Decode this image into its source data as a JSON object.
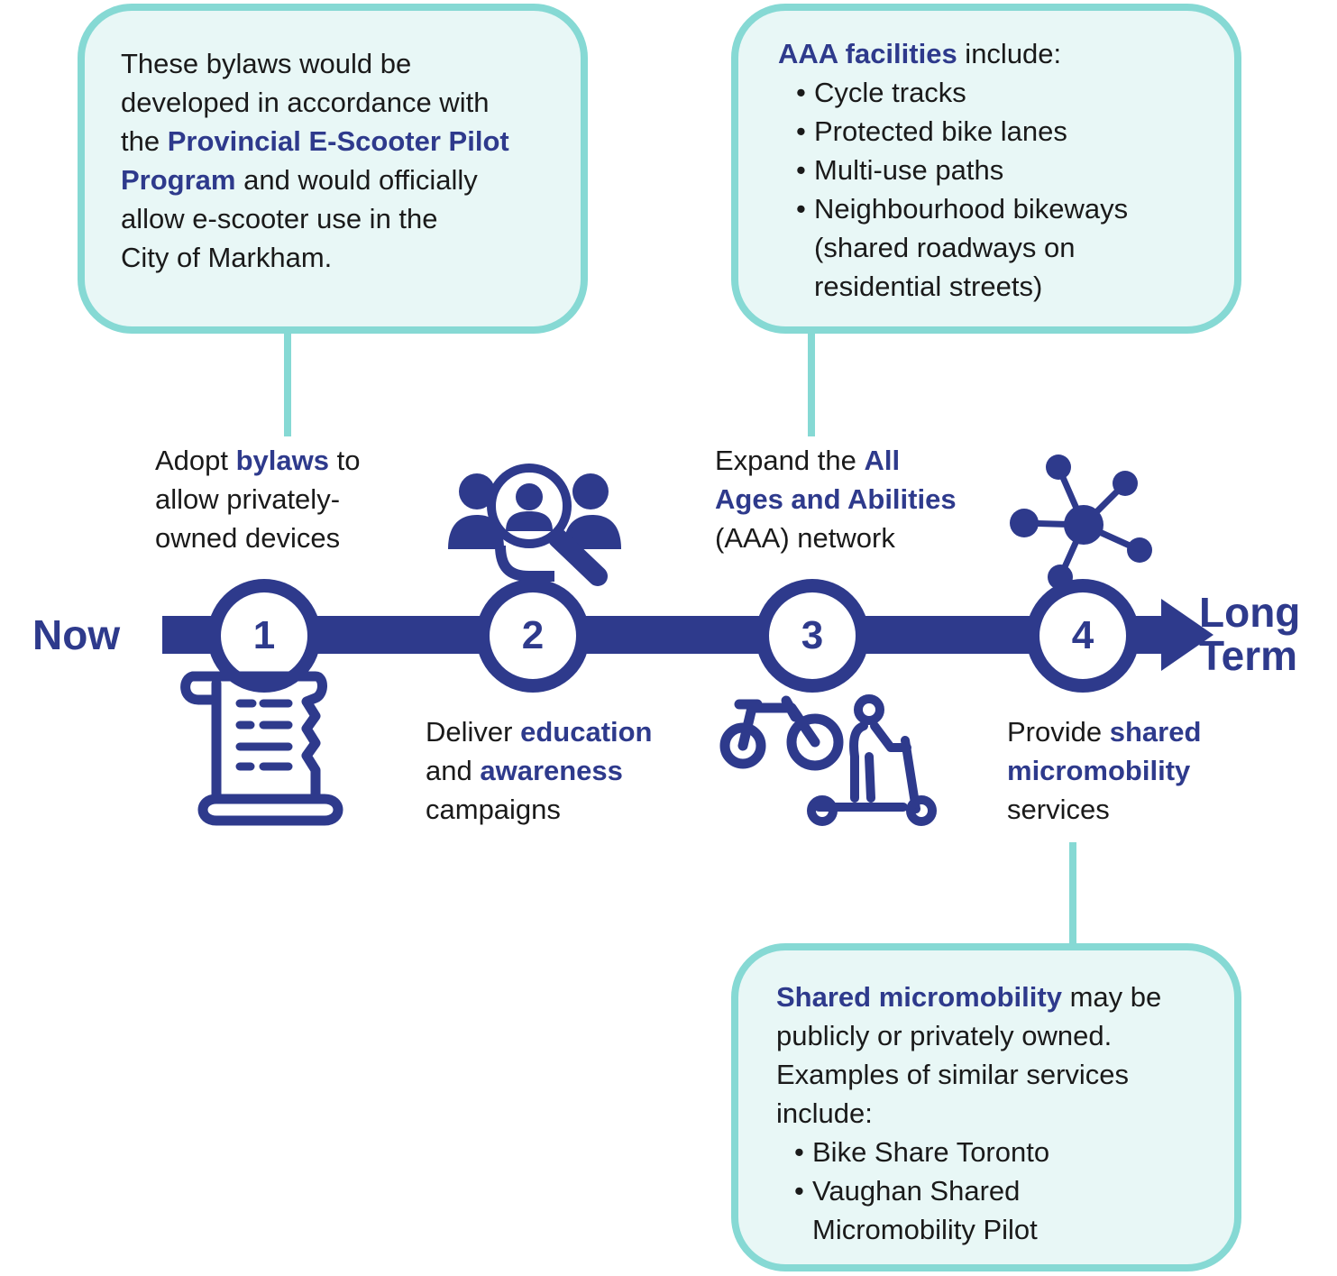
{
  "colors": {
    "navy": "#2e3a8c",
    "teal_border": "#86d9d4",
    "callout_fill": "#e8f7f6",
    "text": "#1a1a1a"
  },
  "timeline": {
    "start_label": "Now",
    "end_label_line1": "Long",
    "end_label_line2": "Term",
    "steps": [
      {
        "number": "1",
        "label_a": "Adopt ",
        "label_b": "bylaws",
        "label_c": " to",
        "label_line2": "allow privately-",
        "label_line3": "owned devices",
        "icon": "bylaw-scroll-icon"
      },
      {
        "number": "2",
        "label_a": "Deliver ",
        "label_b": "education",
        "label_c": "and ",
        "label_d": "awareness",
        "label_line3": "campaigns",
        "icon": "people-search-icon"
      },
      {
        "number": "3",
        "label_a": "Expand the ",
        "label_b": "All",
        "label_c": "Ages and Abilities",
        "label_line3": "(AAA) network",
        "icon": "bicycle-scooter-icon"
      },
      {
        "number": "4",
        "label_a": "Provide ",
        "label_b": "shared",
        "label_c": "micromobility",
        "label_line3": "services",
        "icon": "network-hub-icon"
      }
    ]
  },
  "callouts": {
    "bylaws": {
      "line1": "These bylaws would be",
      "line2": "developed in accordance with",
      "line3_a": "the ",
      "line3_b": "Provincial E-Scooter Pilot",
      "line4_a": "Program",
      "line4_b": " and would officially",
      "line5": "allow e-scooter use in the",
      "line6": "City of Markham."
    },
    "aaa": {
      "heading_a": "AAA facilities",
      "heading_b": " include:",
      "bullet1": "Cycle tracks",
      "bullet2": "Protected bike lanes",
      "bullet3": "Multi-use paths",
      "bullet4_line1": "Neighbourhood bikeways",
      "bullet4_line2": "(shared roadways on",
      "bullet4_line3": "residential streets)"
    },
    "shared": {
      "heading_a": "Shared micromobility",
      "heading_b": " may be",
      "line2": "publicly or privately owned.",
      "line3": "Examples of similar services",
      "line4": "include:",
      "bullet1": "Bike Share Toronto",
      "bullet2_line1": "Vaughan Shared",
      "bullet2_line2": "Micromobility Pilot"
    }
  }
}
